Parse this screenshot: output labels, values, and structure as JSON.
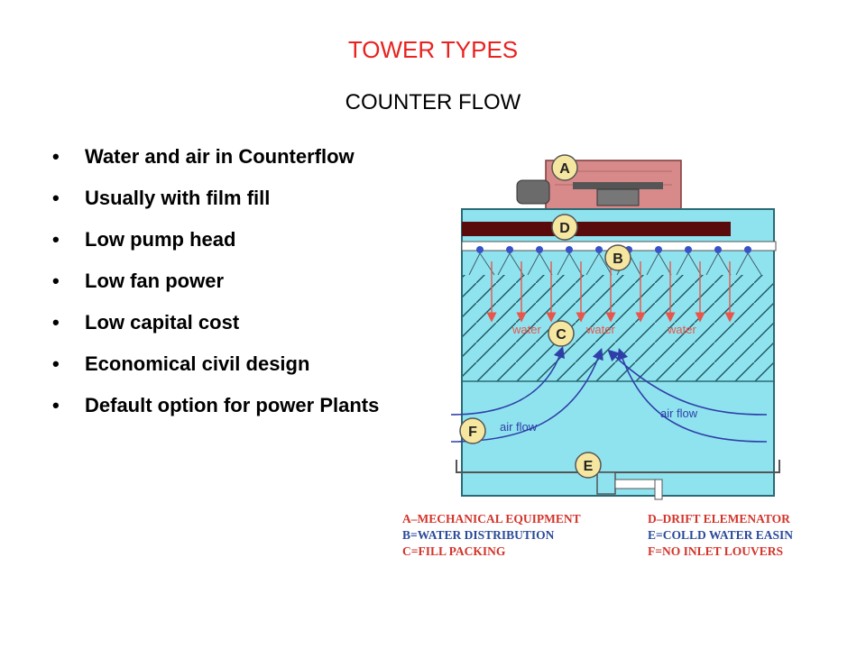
{
  "slide": {
    "title": "TOWER TYPES",
    "subtitle": "COUNTER FLOW"
  },
  "bullets": [
    "Water and air in Counterflow",
    "Usually with film fill",
    "Low pump head",
    "Low fan power",
    "Low capital cost",
    "Economical civil design",
    "Default option for power Plants"
  ],
  "diagram": {
    "markers": [
      "A",
      "D",
      "B",
      "C",
      "F",
      "E"
    ],
    "flow_labels": {
      "water_1": "water",
      "water_2": "water",
      "water_3": "water",
      "air_1": "air flow",
      "air_2": "air flow"
    },
    "legend": {
      "a": "A–MECHANICAL EQUIPMENT",
      "b": "B=WATER DISTRIBUTION",
      "c": "C=FILL PACKING",
      "d": "D–DRIFT ELEMENATOR",
      "e": "E=COLLD WATER EASIN",
      "f": "F=NO INLET LOUVERS"
    },
    "colors": {
      "tower_fill": "#8fe3ef",
      "drift_eliminator": "#5a0c0c",
      "fan_housing": "#d88a8a",
      "water_arrow": "#e8554a",
      "air_arrow": "#2f3fa8",
      "legend_red": "#d2342a",
      "legend_blue": "#2a4a9a"
    }
  }
}
